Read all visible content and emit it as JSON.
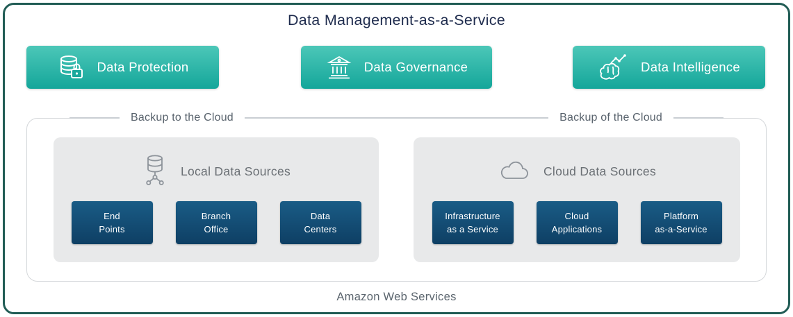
{
  "title": "Data Management-as-a-Service",
  "top_buttons": [
    {
      "label": "Data Protection",
      "icon": "database-lock-icon"
    },
    {
      "label": "Data Governance",
      "icon": "bank-icon"
    },
    {
      "label": "Data Intelligence",
      "icon": "brain-chart-icon"
    }
  ],
  "sections": [
    {
      "header": "Backup to the Cloud",
      "panel": {
        "title": "Local Data Sources",
        "icon": "database-network-icon",
        "items": [
          {
            "label": "End\nPoints"
          },
          {
            "label": "Branch\nOffice"
          },
          {
            "label": "Data\nCenters"
          }
        ]
      }
    },
    {
      "header": "Backup of the Cloud",
      "panel": {
        "title": "Cloud Data Sources",
        "icon": "cloud-icon",
        "items": [
          {
            "label": "Infrastructure\nas a Service"
          },
          {
            "label": "Cloud\nApplications"
          },
          {
            "label": "Platform\nas-a-Service"
          }
        ]
      }
    }
  ],
  "footer": "Amazon Web Services",
  "colors": {
    "frame_border": "#215c55",
    "teal_gradient_top": "#4cc7b8",
    "teal_gradient_bottom": "#14a69a",
    "navy_gradient_top": "#1a5c86",
    "navy_gradient_bottom": "#0e3f64",
    "panel_gray": "#e8e9ea",
    "title_navy": "#1e2b4d",
    "muted_text": "#59636d"
  }
}
